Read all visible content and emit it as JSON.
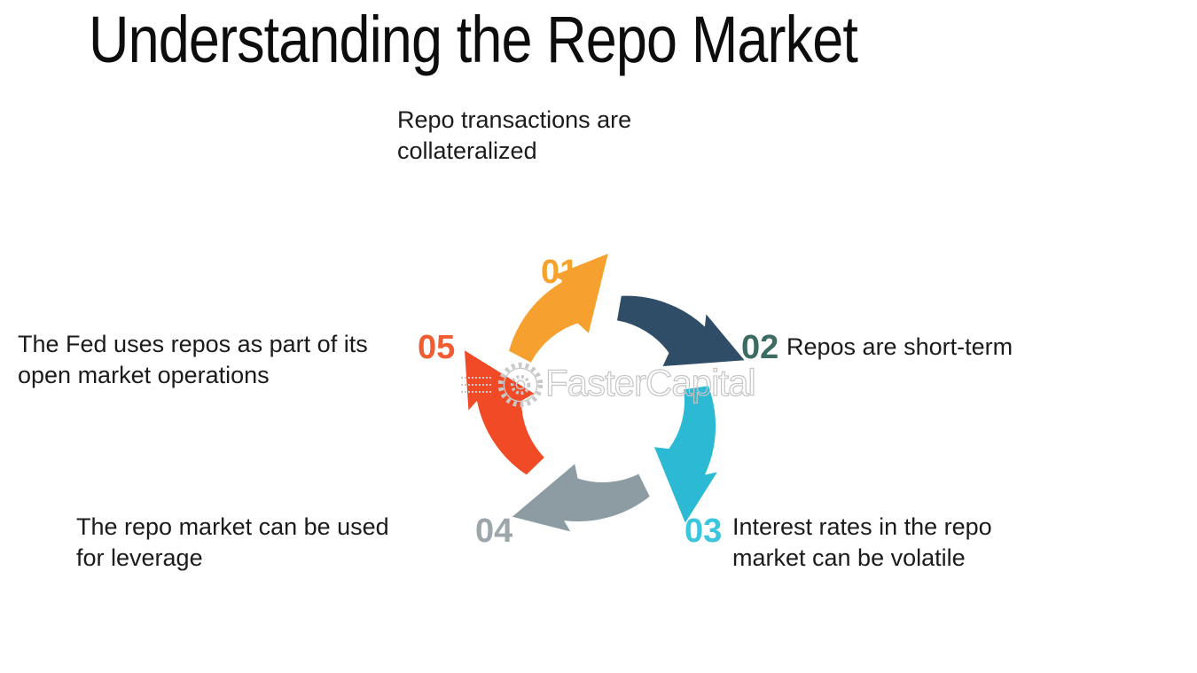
{
  "title": "Understanding the Repo Market",
  "watermark": {
    "brand": "FasterCapital"
  },
  "diagram": {
    "type": "cycle",
    "direction": "clockwise",
    "steps": [
      {
        "number": "01",
        "label": "Repo transactions are\ncollateralized",
        "arrow_color": "#F6A12F",
        "number_color": "#F6A22F"
      },
      {
        "number": "02",
        "label": "Repos are short-term",
        "arrow_color": "#2F4D66",
        "number_color": "#3C6B63"
      },
      {
        "number": "03",
        "label": "Interest rates in the repo\nmarket can be volatile",
        "arrow_color": "#2BB9D4",
        "number_color": "#3CC5DF"
      },
      {
        "number": "04",
        "label": "The repo market can be used\nfor leverage",
        "arrow_color": "#8C9CA2",
        "number_color": "#9DA6AB"
      },
      {
        "number": "05",
        "label": "The Fed uses repos as part of its\nopen market operations",
        "arrow_color": "#F04B26",
        "number_color": "#F25C33"
      }
    ]
  }
}
